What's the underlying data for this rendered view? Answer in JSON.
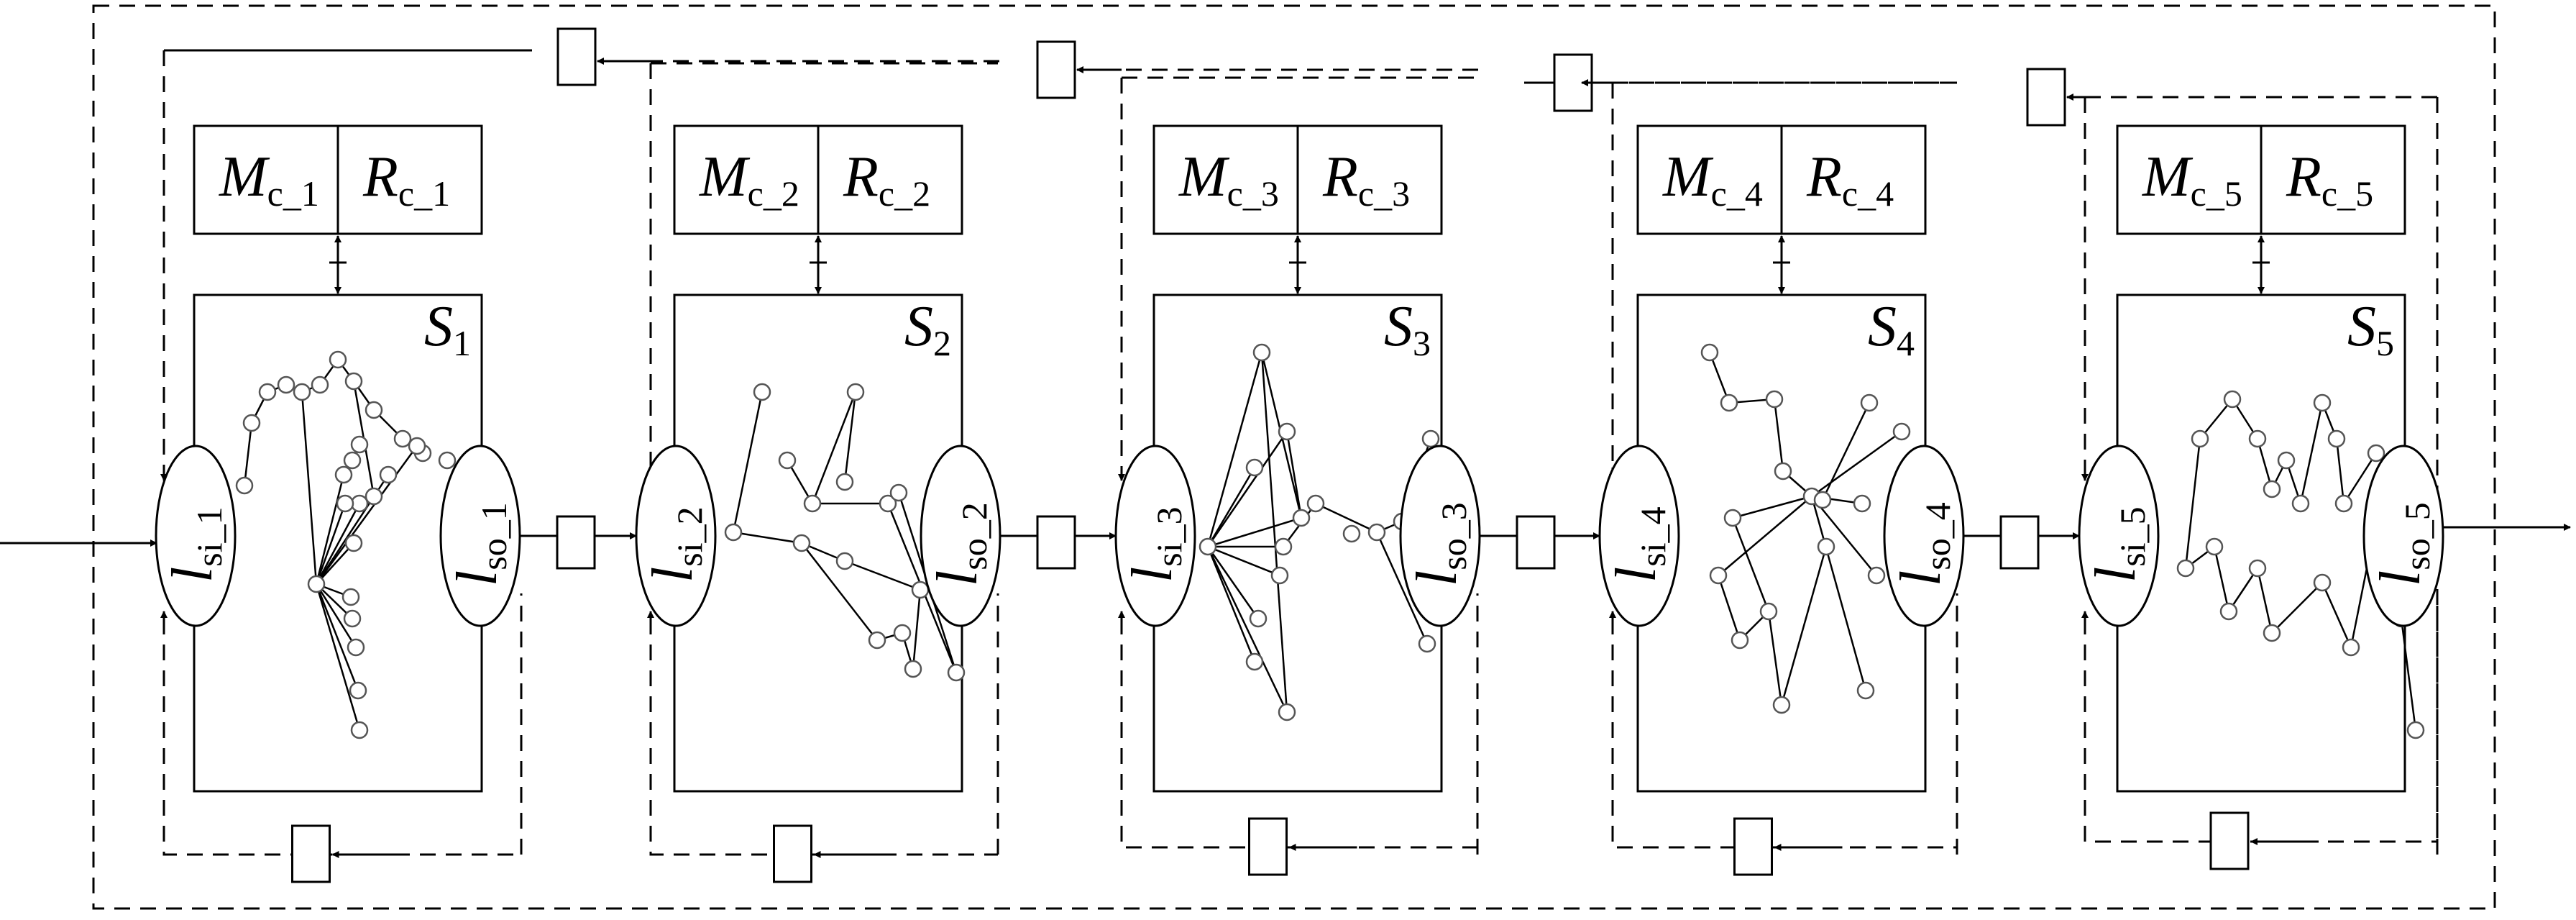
{
  "modules": [
    {
      "id": 1,
      "M": "M",
      "M_sub": "c_1",
      "R": "R",
      "R_sub": "c_1",
      "S": "S",
      "S_sub": "1",
      "l_in": "l",
      "l_in_sub": "si_1",
      "l_out": "l",
      "l_out_sub": "so_1"
    },
    {
      "id": 2,
      "M": "M",
      "M_sub": "c_2",
      "R": "R",
      "R_sub": "c_2",
      "S": "S",
      "S_sub": "2",
      "l_in": "l",
      "l_in_sub": "si_2",
      "l_out": "l",
      "l_out_sub": "so_2"
    },
    {
      "id": 3,
      "M": "M",
      "M_sub": "c_3",
      "R": "R",
      "R_sub": "c_3",
      "S": "S",
      "S_sub": "3",
      "l_in": "l",
      "l_in_sub": "si_3",
      "l_out": "l",
      "l_out_sub": "so_3"
    },
    {
      "id": 4,
      "M": "M",
      "M_sub": "c_4",
      "R": "R",
      "R_sub": "c_4",
      "S": "S",
      "S_sub": "4",
      "l_in": "l",
      "l_in_sub": "si_4",
      "l_out": "l",
      "l_out_sub": "so_4"
    },
    {
      "id": 5,
      "M": "M",
      "M_sub": "c_5",
      "R": "R",
      "R_sub": "c_5",
      "S": "S",
      "S_sub": "5",
      "l_in": "l",
      "l_in_sub": "si_5",
      "l_out": "l",
      "l_out_sub": "so_5"
    }
  ]
}
